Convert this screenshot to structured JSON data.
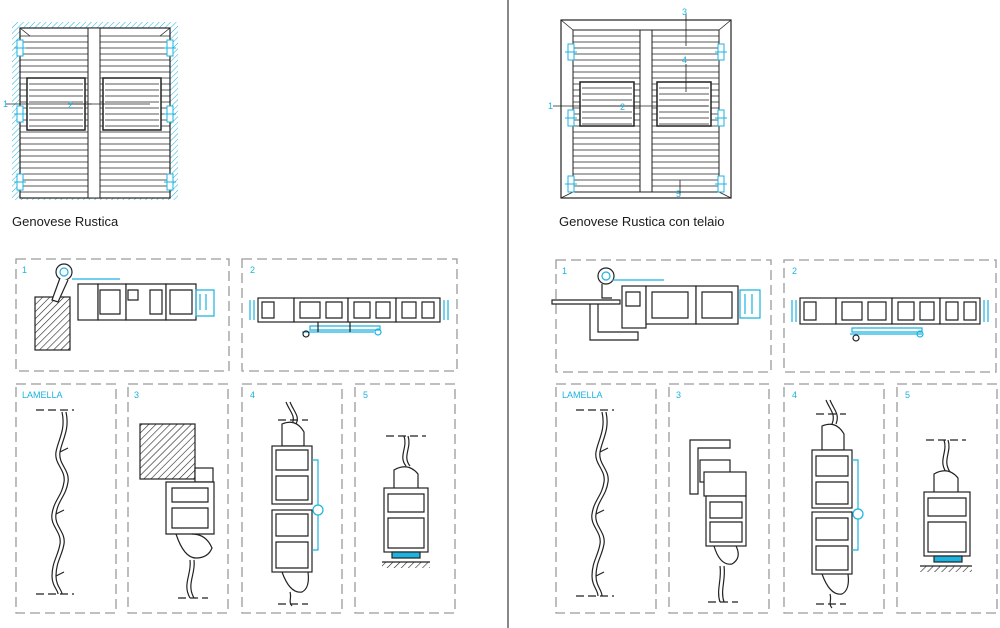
{
  "colors": {
    "accent": "#1bb3e0",
    "line": "#222222",
    "dash": "#9a9a9a",
    "divider": "#3a3a3a"
  },
  "left": {
    "title": "Genovese Rustica",
    "elevation_callouts": [
      "1",
      "2"
    ],
    "sections": [
      {
        "id": "sec-1",
        "label": "1"
      },
      {
        "id": "sec-2",
        "label": "2"
      },
      {
        "id": "sec-lamella",
        "label": "LAMELLA"
      },
      {
        "id": "sec-3",
        "label": "3"
      },
      {
        "id": "sec-4",
        "label": "4"
      },
      {
        "id": "sec-5",
        "label": "5"
      }
    ]
  },
  "right": {
    "title": "Genovese Rustica con telaio",
    "elevation_callouts": [
      "1",
      "2",
      "3",
      "4",
      "5"
    ],
    "sections": [
      {
        "id": "sec-1",
        "label": "1"
      },
      {
        "id": "sec-2",
        "label": "2"
      },
      {
        "id": "sec-lamella",
        "label": "LAMELLA"
      },
      {
        "id": "sec-3",
        "label": "3"
      },
      {
        "id": "sec-4",
        "label": "4"
      },
      {
        "id": "sec-5",
        "label": "5"
      }
    ]
  }
}
